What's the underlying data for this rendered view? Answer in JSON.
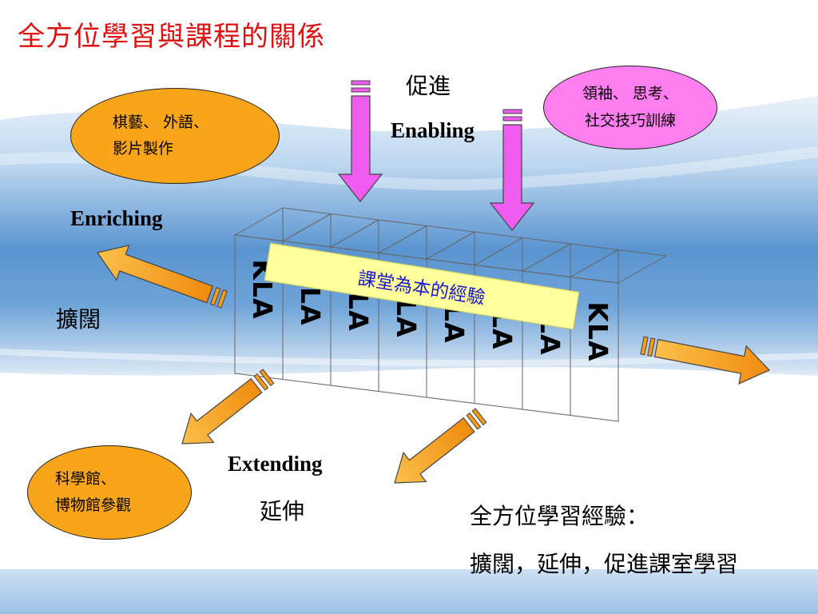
{
  "title": "全方位學習與課程的關係",
  "labels": {
    "enabling_zh": "促進",
    "enabling_en": "Enabling",
    "enriching_en": "Enriching",
    "enriching_zh": "擴闊",
    "extending_en": "Extending",
    "extending_zh": "延伸"
  },
  "bubbles": {
    "enriching": [
      "棋藝、 外語、",
      "影片製作"
    ],
    "enabling": [
      "領袖、 思考、",
      "社交技巧訓練"
    ],
    "extending": [
      "科學館、",
      "博物館參觀"
    ]
  },
  "banner": "課堂為本的經驗",
  "kla_panels": [
    "KLA",
    "KLA",
    "KLA",
    "KLA",
    "KLA",
    "KLA",
    "KLA",
    "KLA"
  ],
  "summary": {
    "line1": "全方位學習經驗：",
    "line2": "擴闊，延伸，促進課室學習"
  },
  "colors": {
    "title": "#e01010",
    "bubble_orange": "#f8a51a",
    "bubble_pink": "#ff7ef0",
    "arrow_orange": "#f59a1a",
    "arrow_magenta": "#f05cf0",
    "banner_yellow": "#ffff9c",
    "banner_text": "#1a1ad0"
  }
}
